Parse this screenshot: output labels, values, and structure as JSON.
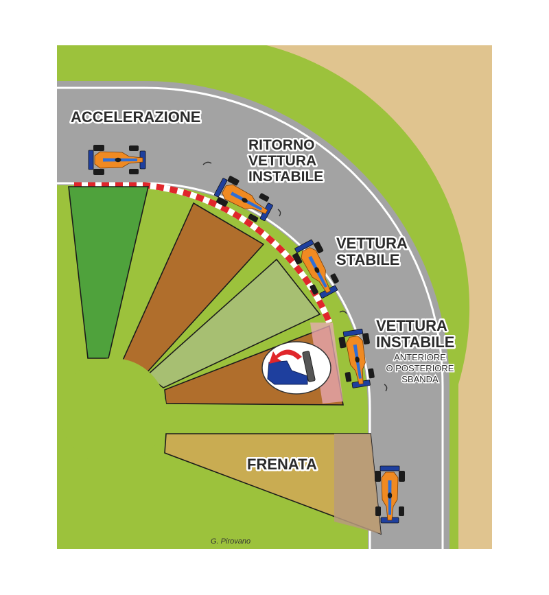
{
  "labels": {
    "accelerazione": "ACCELERAZIONE",
    "ritorno_1": "RITORNO",
    "ritorno_2": "VETTURA",
    "ritorno_3": "INSTABILE",
    "stabile_1": "VETTURA",
    "stabile_2": "STABILE",
    "instabile_1": "VETTURA",
    "instabile_2": "INSTABILE",
    "sbanda_1": "ANTERIORE",
    "sbanda_2": "O POSTERIORE",
    "sbanda_3": "SBANDA",
    "frenata": "FRENATA"
  },
  "credit": "G. Pirovano",
  "icons": [
    "f1-car-icon",
    "driver-foot-pedal-icon",
    "red-arrow-icon"
  ],
  "colors": {
    "grass": "#9cc23c",
    "sand": "#e0c48f",
    "asphalt": "#a3a3a3",
    "acceleration_zone": "#4fa23c",
    "unstable_zone": "#b06e2c",
    "stable_zone": "#a7bf72",
    "braking_zone": "#c9ac52",
    "curb_red": "#e0262b",
    "car_orange": "#f08a22",
    "car_blue": "#1e3f9e"
  }
}
